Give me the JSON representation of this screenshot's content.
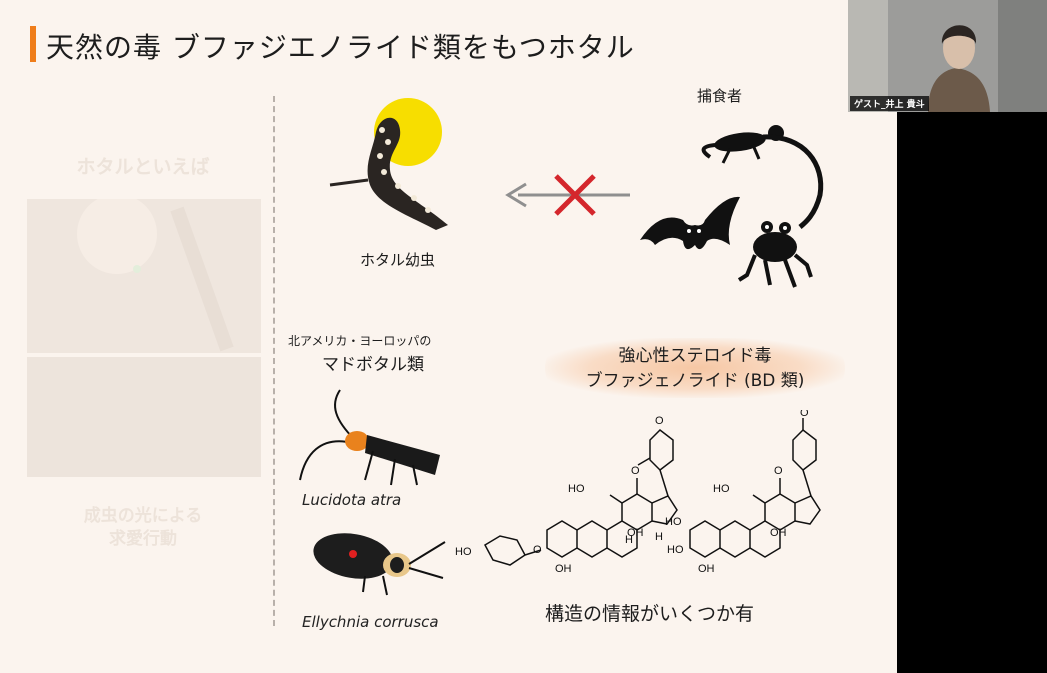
{
  "slide": {
    "title": "天然の毒 ブファジエノライド類をもつホタル",
    "left_panel": {
      "heading": "ホタルといえば",
      "caption_line1": "成虫の光による",
      "caption_line2": "求愛行動"
    },
    "larva_label": "ホタル幼虫",
    "predators_label": "捕食者",
    "firefly_group_line1": "北アメリカ・ヨーロッパの",
    "firefly_group_line2": "マドボタル類",
    "species": [
      "Lucidota atra",
      "Ellychnia corrusca"
    ],
    "toxin_line1": "強心性ステロイド毒",
    "toxin_line2": "ブファジェノライド (BD 類)",
    "structure_note": "構造の情報がいくつか有",
    "chem_labels": {
      "ho": "HO",
      "oh": "OH",
      "h": "H",
      "o": "O"
    }
  },
  "webcam": {
    "participant_name": "ゲスト_井上 貴斗"
  },
  "colors": {
    "accent": "#ef7d1a",
    "cross": "#d4262c",
    "slide_bg": "#fbf4ee"
  }
}
